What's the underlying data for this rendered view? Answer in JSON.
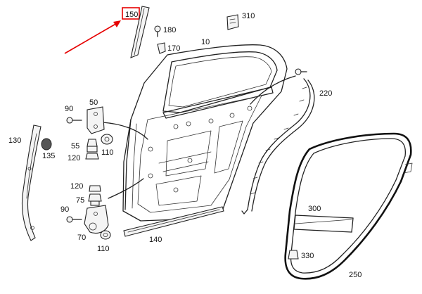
{
  "labels": {
    "p150": "150",
    "p180": "180",
    "p170": "170",
    "p310": "310",
    "p10": "10",
    "p220": "220",
    "p90a": "90",
    "p50": "50",
    "p130": "130",
    "p55": "55",
    "p110a": "110",
    "p135": "135",
    "p120a": "120",
    "p120b": "120",
    "p75": "75",
    "p90b": "90",
    "p70": "70",
    "p110b": "110",
    "p140": "140",
    "p300": "300",
    "p330": "330",
    "p250": "250"
  },
  "colors": {
    "highlight": "#e60000",
    "line": "#222222"
  }
}
